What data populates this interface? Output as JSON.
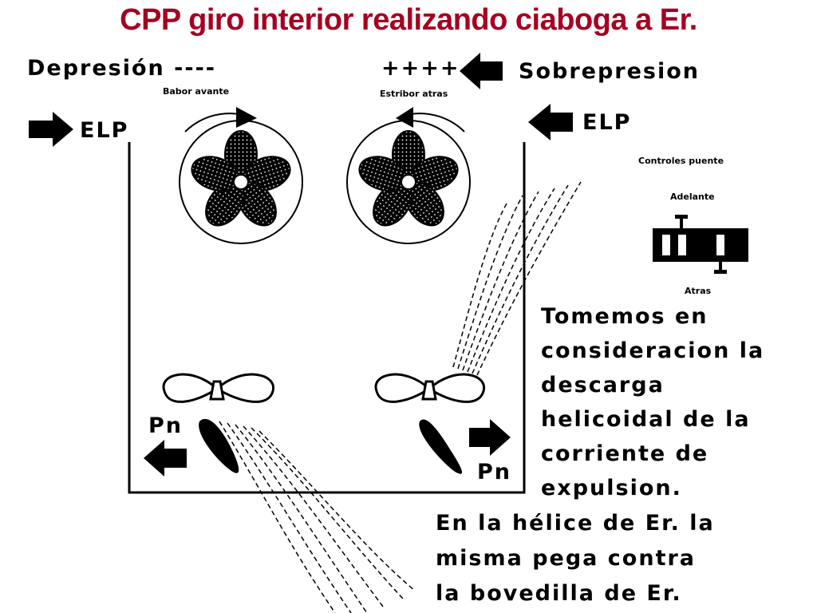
{
  "title": "CPP giro interior realizando ciaboga a Er.",
  "labels": {
    "depresion": "Depresión ----",
    "plus_signs": "++++",
    "sobrepresion": "Sobrepresion",
    "elp_left": "ELP",
    "elp_right": "ELP",
    "babor_avante": "Babor avante",
    "estribor_atras": "Estribor atras",
    "controles": "Controles puente",
    "adelante": "Adelante",
    "atras": "Atras",
    "pn_left": "Pn",
    "pn_right": "Pn"
  },
  "explanation_lines": [
    "Tomemos en",
    "consideracion la",
    "descarga",
    "helicoidal de la",
    "corriente de",
    "expulsion."
  ],
  "note_lines": [
    "En la hélice de Er. la",
    "misma pega contra",
    "la bovedilla de Er."
  ],
  "colors": {
    "title": "#a50021",
    "ink": "#000000",
    "background": "#ffffff"
  }
}
